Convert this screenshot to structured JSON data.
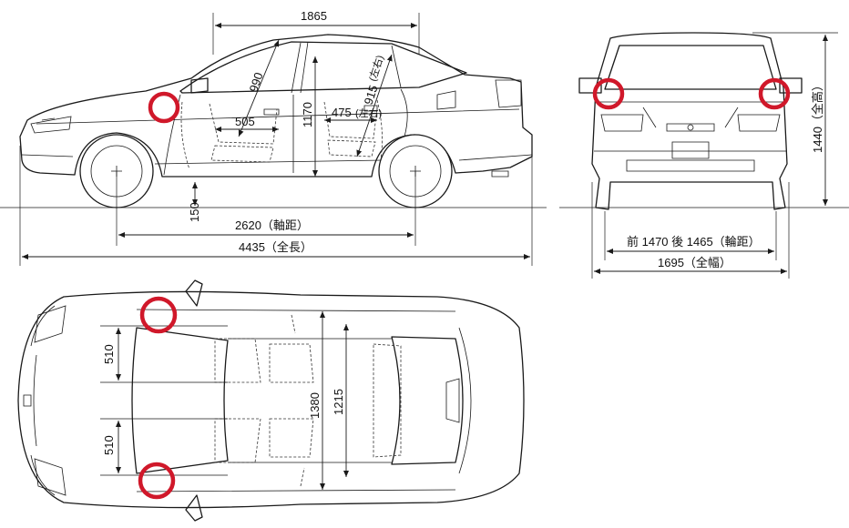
{
  "dimensions": {
    "overall_height": "1865",
    "door_diagonal": "990",
    "rear_door_diagonal": "915",
    "rear_door_side": "(左右)",
    "front_seat": "505",
    "rear_seat": "475",
    "rear_seat_side": "(左右)",
    "interior_height": "1170",
    "ground_clearance": "150",
    "wheelbase": "2620（軸距）",
    "overall_length": "4435（全長）",
    "rear_height": "1440（全高）",
    "track": "前 1470   後 1465（輪距）",
    "overall_width": "1695（全幅）",
    "top_front_seat": "510",
    "top_rear_seat": "510",
    "top_width_1": "1380",
    "top_width_2": "1215"
  },
  "highlight_color": "#d0182a",
  "line_color": "#1a1a1a"
}
